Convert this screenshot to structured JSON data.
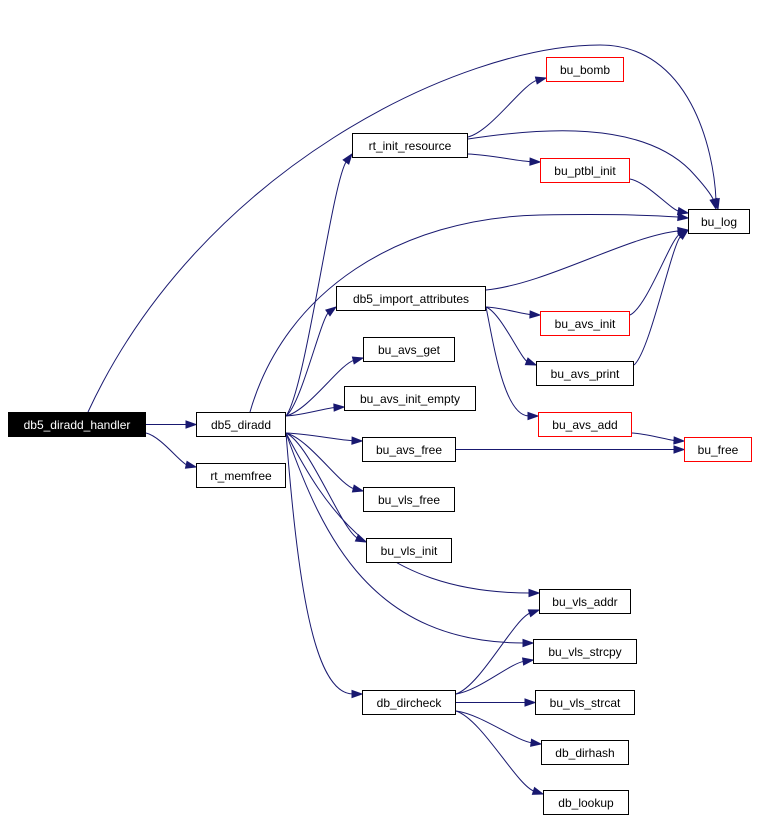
{
  "colors": {
    "edge": "#191970",
    "node_border": "#000000",
    "node_border_external": "#ff0000",
    "root_background": "#000000",
    "root_text": "#ffffff"
  },
  "nodes": {
    "db5_diradd_handler": {
      "label": "db5_diradd_handler",
      "kind": "root"
    },
    "db5_diradd": {
      "label": "db5_diradd",
      "kind": "normal"
    },
    "rt_memfree": {
      "label": "rt_memfree",
      "kind": "normal"
    },
    "rt_init_resource": {
      "label": "rt_init_resource",
      "kind": "normal"
    },
    "db5_import_attributes": {
      "label": "db5_import_attributes",
      "kind": "normal"
    },
    "bu_avs_get": {
      "label": "bu_avs_get",
      "kind": "normal"
    },
    "bu_avs_init_empty": {
      "label": "bu_avs_init_empty",
      "kind": "normal"
    },
    "bu_avs_free": {
      "label": "bu_avs_free",
      "kind": "normal"
    },
    "bu_vls_free": {
      "label": "bu_vls_free",
      "kind": "normal"
    },
    "bu_vls_init": {
      "label": "bu_vls_init",
      "kind": "normal"
    },
    "db_dircheck": {
      "label": "db_dircheck",
      "kind": "normal"
    },
    "bu_bomb": {
      "label": "bu_bomb",
      "kind": "external"
    },
    "bu_ptbl_init": {
      "label": "bu_ptbl_init",
      "kind": "external"
    },
    "bu_log": {
      "label": "bu_log",
      "kind": "normal"
    },
    "bu_avs_init": {
      "label": "bu_avs_init",
      "kind": "external"
    },
    "bu_avs_print": {
      "label": "bu_avs_print",
      "kind": "normal"
    },
    "bu_avs_add": {
      "label": "bu_avs_add",
      "kind": "external"
    },
    "bu_free": {
      "label": "bu_free",
      "kind": "external"
    },
    "bu_vls_addr": {
      "label": "bu_vls_addr",
      "kind": "normal"
    },
    "bu_vls_strcpy": {
      "label": "bu_vls_strcpy",
      "kind": "normal"
    },
    "bu_vls_strcat": {
      "label": "bu_vls_strcat",
      "kind": "normal"
    },
    "db_dirhash": {
      "label": "db_dirhash",
      "kind": "normal"
    },
    "db_lookup": {
      "label": "db_lookup",
      "kind": "normal"
    }
  },
  "edges": [
    {
      "from": "db5_diradd_handler",
      "to": "db5_diradd"
    },
    {
      "from": "db5_diradd_handler",
      "to": "rt_memfree"
    },
    {
      "from": "db5_diradd_handler",
      "to": "bu_log"
    },
    {
      "from": "db5_diradd",
      "to": "rt_init_resource"
    },
    {
      "from": "db5_diradd",
      "to": "bu_log"
    },
    {
      "from": "db5_diradd",
      "to": "db5_import_attributes"
    },
    {
      "from": "db5_diradd",
      "to": "bu_avs_get"
    },
    {
      "from": "db5_diradd",
      "to": "bu_avs_init_empty"
    },
    {
      "from": "db5_diradd",
      "to": "bu_avs_free"
    },
    {
      "from": "db5_diradd",
      "to": "bu_vls_free"
    },
    {
      "from": "db5_diradd",
      "to": "bu_vls_init"
    },
    {
      "from": "db5_diradd",
      "to": "bu_vls_addr"
    },
    {
      "from": "db5_diradd",
      "to": "bu_vls_strcpy"
    },
    {
      "from": "db5_diradd",
      "to": "db_dircheck"
    },
    {
      "from": "rt_init_resource",
      "to": "bu_bomb"
    },
    {
      "from": "rt_init_resource",
      "to": "bu_ptbl_init"
    },
    {
      "from": "rt_init_resource",
      "to": "bu_log"
    },
    {
      "from": "bu_ptbl_init",
      "to": "bu_log"
    },
    {
      "from": "db5_import_attributes",
      "to": "bu_log"
    },
    {
      "from": "db5_import_attributes",
      "to": "bu_avs_init"
    },
    {
      "from": "db5_import_attributes",
      "to": "bu_avs_print"
    },
    {
      "from": "db5_import_attributes",
      "to": "bu_avs_add"
    },
    {
      "from": "bu_avs_init",
      "to": "bu_log"
    },
    {
      "from": "bu_avs_print",
      "to": "bu_log"
    },
    {
      "from": "bu_avs_add",
      "to": "bu_free"
    },
    {
      "from": "bu_avs_free",
      "to": "bu_free"
    },
    {
      "from": "db_dircheck",
      "to": "bu_vls_addr"
    },
    {
      "from": "db_dircheck",
      "to": "bu_vls_strcpy"
    },
    {
      "from": "db_dircheck",
      "to": "bu_vls_strcat"
    },
    {
      "from": "db_dircheck",
      "to": "db_dirhash"
    },
    {
      "from": "db_dircheck",
      "to": "db_lookup"
    }
  ]
}
